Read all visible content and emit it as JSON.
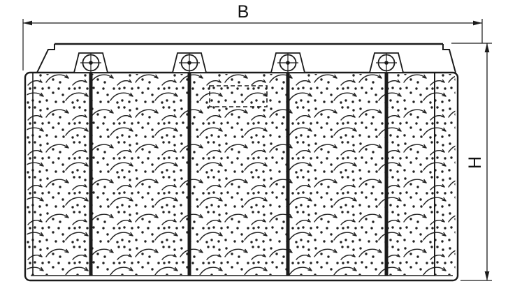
{
  "diagram": {
    "type": "technical_drawing",
    "view": "front_elevation",
    "dimension_labels": {
      "width": "B",
      "height": "H"
    },
    "colors": {
      "line": "#1b1b1b",
      "background": "#ffffff"
    }
  }
}
